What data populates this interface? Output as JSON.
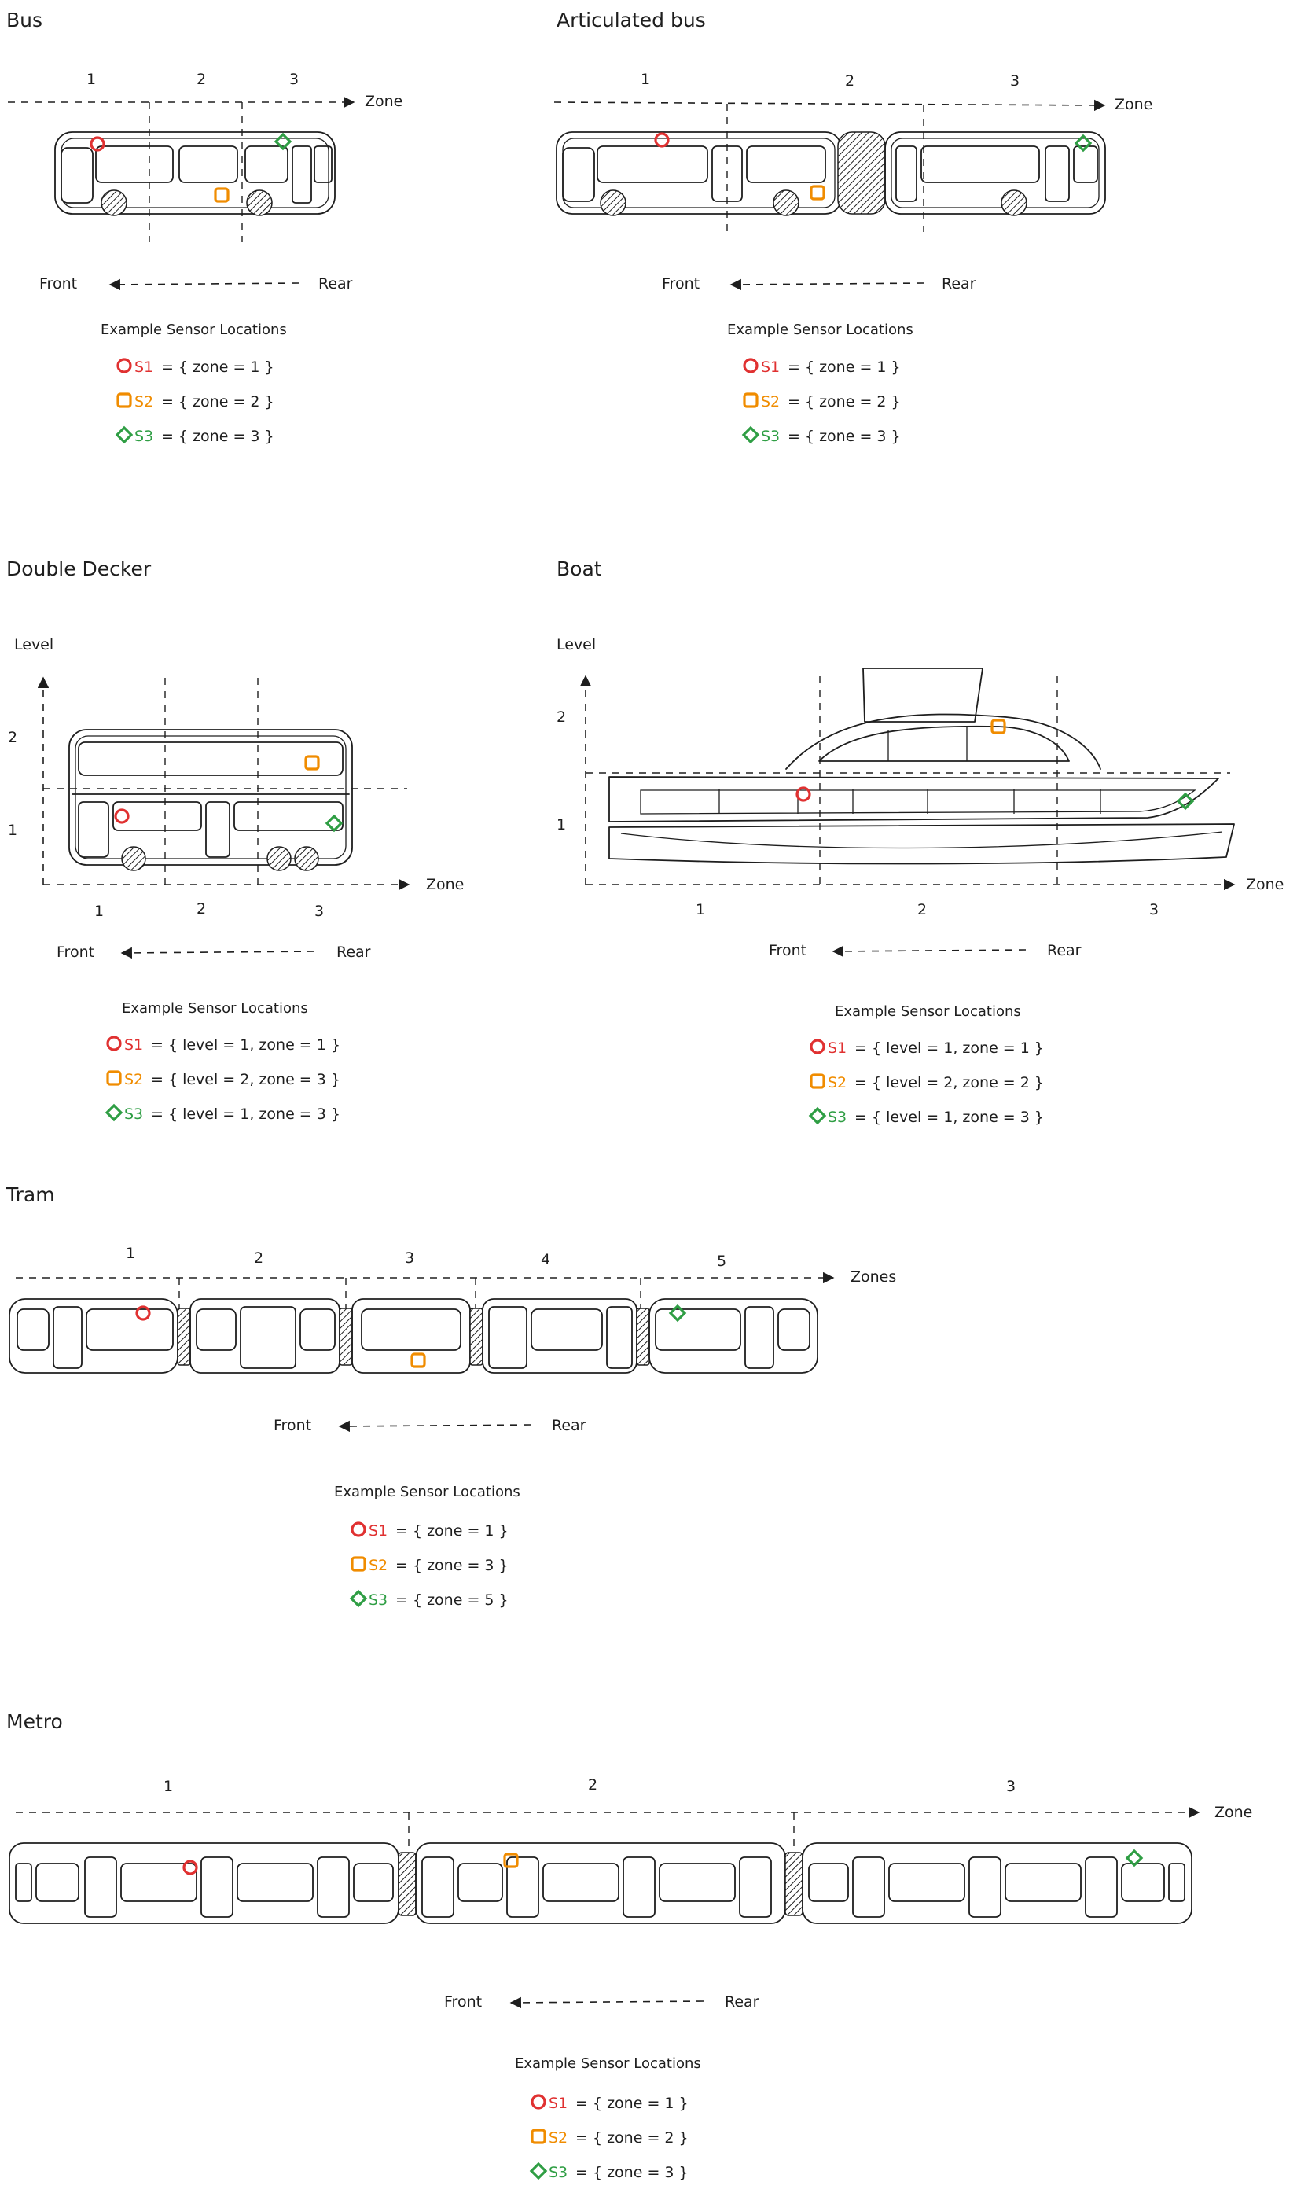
{
  "colors": {
    "s1": "#e03131",
    "s2": "#f08c00",
    "s3": "#2f9e44",
    "ink": "#1e1e1e"
  },
  "icons": {
    "s1": "circle-marker-icon",
    "s2": "square-marker-icon",
    "s3": "diamond-marker-icon",
    "arrow": "arrow-head-icon"
  },
  "direction": {
    "front": "Front",
    "rear": "Rear"
  },
  "legend_title": "Example Sensor Locations",
  "sensor_labels": [
    "S1",
    "S2",
    "S3"
  ],
  "bus": {
    "title": "Bus",
    "axis_label": "Zone",
    "zones": [
      "1",
      "2",
      "3"
    ],
    "sensors": [
      "= { zone = 1 }",
      "= { zone = 2 }",
      "= { zone = 3 }"
    ]
  },
  "articulated": {
    "title": "Articulated bus",
    "axis_label": "Zone",
    "zones": [
      "1",
      "2",
      "3"
    ],
    "sensors": [
      "= { zone = 1 }",
      "= { zone = 2 }",
      "= { zone = 3 }"
    ]
  },
  "double_decker": {
    "title": "Double Decker",
    "axis_label": "Zone",
    "level_label": "Level",
    "zones": [
      "1",
      "2",
      "3"
    ],
    "levels": [
      "2",
      "1"
    ],
    "sensors": [
      "= { level = 1, zone = 1 }",
      "= { level = 2, zone = 3 }",
      "= { level = 1, zone = 3 }"
    ]
  },
  "boat": {
    "title": "Boat",
    "axis_label": "Zone",
    "level_label": "Level",
    "zones": [
      "1",
      "2",
      "3"
    ],
    "levels": [
      "2",
      "1"
    ],
    "sensors": [
      "= { level = 1, zone = 1 }",
      "= { level = 2, zone = 2 }",
      "= { level = 1, zone = 3 }"
    ]
  },
  "tram": {
    "title": "Tram",
    "axis_label": "Zones",
    "zones": [
      "1",
      "2",
      "3",
      "4",
      "5"
    ],
    "sensors": [
      "= { zone = 1 }",
      "= { zone = 3 }",
      "= { zone = 5 }"
    ]
  },
  "metro": {
    "title": "Metro",
    "axis_label": "Zone",
    "zones": [
      "1",
      "2",
      "3"
    ],
    "sensors": [
      "= { zone = 1 }",
      "= { zone = 2 }",
      "= { zone = 3 }"
    ]
  }
}
